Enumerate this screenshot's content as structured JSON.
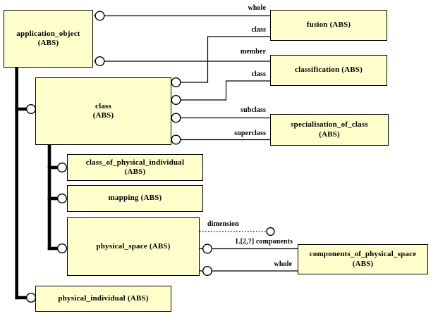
{
  "diagram": {
    "kind": "EXPRESS-G entity diagram",
    "colors": {
      "node_fill": "#ffffcc",
      "node_border": "#000000",
      "line": "#000000",
      "background": "#ffffff"
    },
    "nodes": [
      {
        "id": "application_object",
        "label": "application_object\n(ABS)"
      },
      {
        "id": "fusion",
        "label": "fusion (ABS)"
      },
      {
        "id": "classification",
        "label": "classification (ABS)"
      },
      {
        "id": "class",
        "label": "class\n(ABS)"
      },
      {
        "id": "specialisation_of_class",
        "label": "specialisation_of_class\n(ABS)"
      },
      {
        "id": "class_of_physical_individual",
        "label": "class_of_physical_individual\n(ABS)"
      },
      {
        "id": "mapping",
        "label": "mapping (ABS)"
      },
      {
        "id": "physical_space",
        "label": "physical_space (ABS)"
      },
      {
        "id": "components_of_physical_space",
        "label": "components_of_physical_space\n(ABS)"
      },
      {
        "id": "physical_individual",
        "label": "physical_individual (ABS)"
      }
    ],
    "edge_labels": [
      {
        "id": "whole_fusion",
        "text": "whole"
      },
      {
        "id": "class_fusion",
        "text": "class"
      },
      {
        "id": "member_classification",
        "text": "member"
      },
      {
        "id": "class_classification",
        "text": "class"
      },
      {
        "id": "subclass",
        "text": "subclass"
      },
      {
        "id": "superclass",
        "text": "superclass"
      },
      {
        "id": "dimension",
        "text": "dimension"
      },
      {
        "id": "components",
        "text": "L[2,?] components"
      },
      {
        "id": "whole_components",
        "text": "whole"
      }
    ]
  }
}
